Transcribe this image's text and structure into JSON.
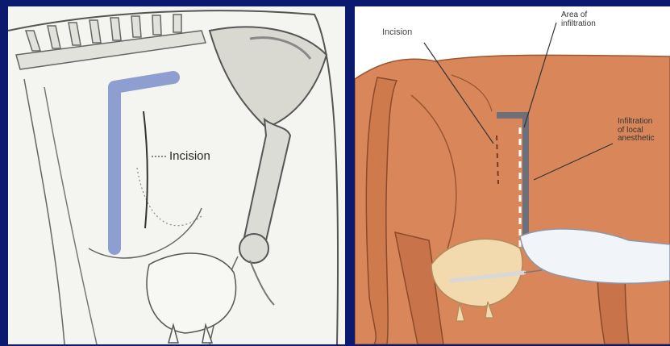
{
  "left_panel": {
    "label_incision": "Incision"
  },
  "right_panel": {
    "label_incision": "Incision",
    "label_area": "Area of\ninfiltration",
    "label_infiltration": "Infiltration\nof local\nanesthetic"
  },
  "colors": {
    "frame": "#0b1a6e",
    "cow_hide": "#d9875a",
    "udder": "#f2d9ae",
    "block_marker": "#8e9ed0"
  }
}
